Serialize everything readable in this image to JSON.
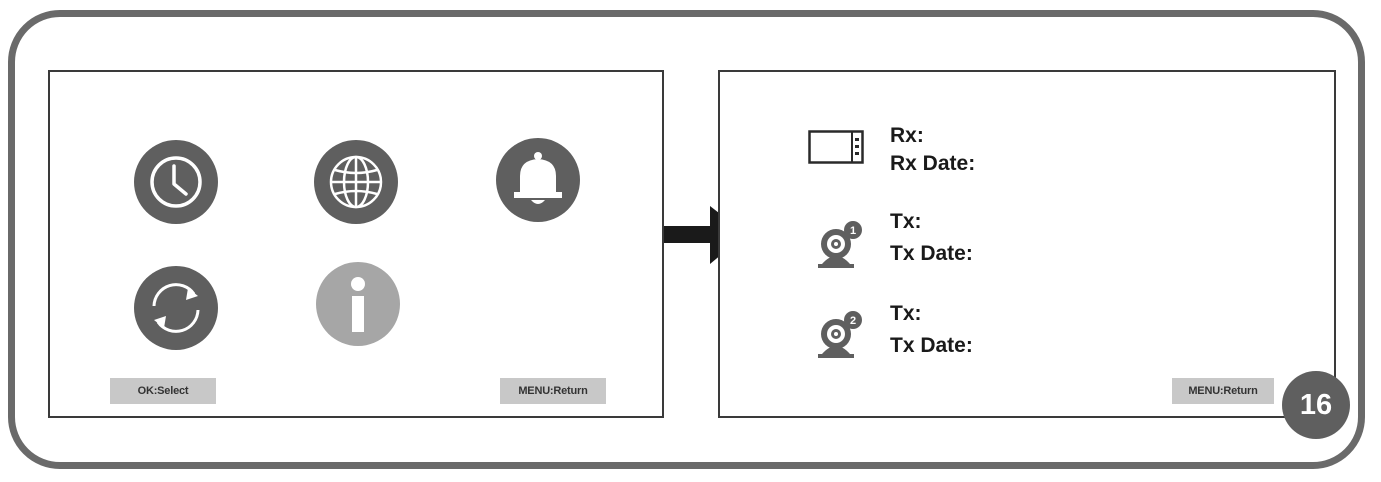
{
  "left_screen": {
    "menu_icons": [
      {
        "icon": "clock-icon"
      },
      {
        "icon": "globe-icon"
      },
      {
        "icon": "bell-icon"
      },
      {
        "icon": "refresh-icon"
      },
      {
        "icon": "info-icon"
      }
    ],
    "ok_select_label": "OK:Select",
    "menu_return_label": "MENU:Return"
  },
  "right_screen": {
    "devices": [
      {
        "icon": "monitor-icon",
        "line1": "Rx:",
        "line2": "Rx Date:"
      },
      {
        "icon": "camera-1-icon",
        "badge": "1",
        "line1": "Tx:",
        "line2": "Tx Date:"
      },
      {
        "icon": "camera-2-icon",
        "badge": "2",
        "line1": "Tx:",
        "line2": "Tx Date:"
      }
    ],
    "menu_return_label": "MENU:Return"
  },
  "page_number": "16",
  "colors": {
    "icon_dark": "#5f5f5f",
    "icon_light": "#a6a6a6",
    "softkey_bg": "#c8c8c8",
    "frame": "#6a6a6a"
  }
}
